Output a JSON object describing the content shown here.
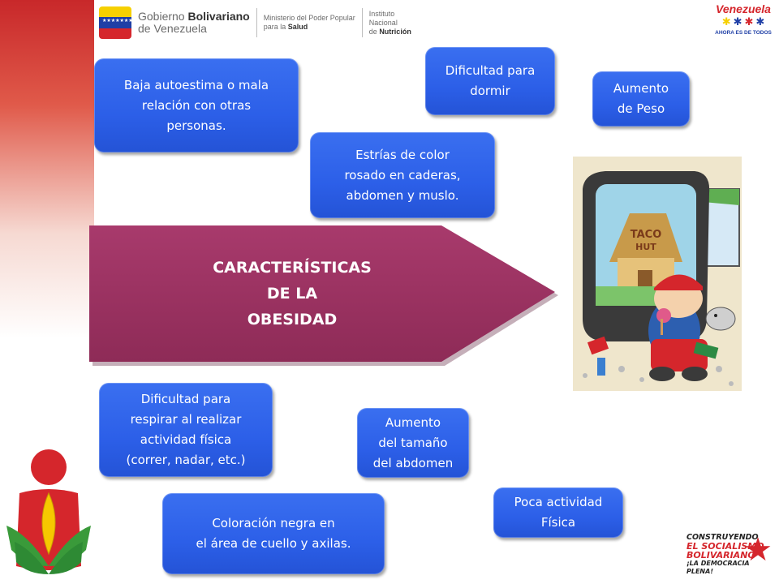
{
  "header": {
    "gov_line1_normal": "Gobierno ",
    "gov_line1_bold": "Bolivariano",
    "gov_line2": "de Venezuela",
    "ministry_line1": "Ministerio del Poder Popular",
    "ministry_line2_normal": "para la ",
    "ministry_line2_bold": "Salud",
    "institute_line1": "Instituto",
    "institute_line2": "Nacional",
    "institute_line3_normal": "de ",
    "institute_line3_bold": "Nutrición",
    "right_logo_title": "Venezuela",
    "right_logo_sub": "AHORA ES DE TODOS"
  },
  "center_arrow": {
    "text": "CARACTERÍSTICAS\nDE LA\nOBESIDAD",
    "color": "#9c3262"
  },
  "boxes": {
    "baja_autoestima": "Baja autoestima o mala\nrelación con otras\npersonas.",
    "dificultad_dormir": "Dificultad para\ndormir",
    "aumento_peso": "Aumento\nde Peso",
    "estrias": "Estrías de color\nrosado en caderas,\nabdomen y muslo.",
    "dificultad_respirar": "Dificultad para\nrespirar al realizar\nactividad física\n(correr, nadar, etc.)",
    "aumento_abdomen": "Aumento\ndel tamaño\ndel abdomen",
    "poca_actividad": "Poca actividad\nFísica",
    "coloracion_negra": "Coloración negra en\nel área de cuello y axilas."
  },
  "slogan": {
    "line1": "CONSTRUYENDO",
    "line2": "EL SOCIALISMO BOLIVARIANO",
    "line3": "¡LA DEMOCRACIA PLENA!"
  },
  "colors": {
    "box_blue": "#2c5fe8",
    "arrow_pink": "#9c3262",
    "brand_red": "#d5262c"
  }
}
